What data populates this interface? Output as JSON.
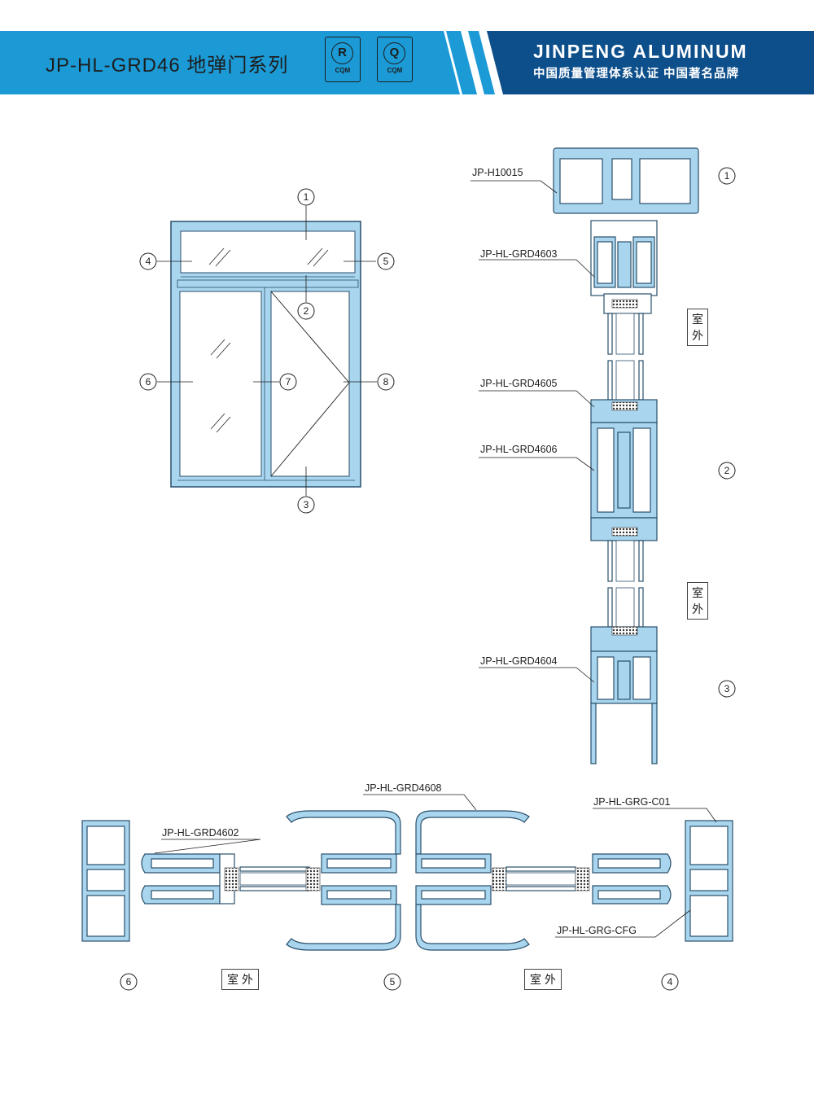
{
  "header": {
    "title": "JP-HL-GRD46 地弹门系列",
    "cert_badges": [
      {
        "letter": "R",
        "label": "CQM"
      },
      {
        "letter": "Q",
        "label": "CQM"
      }
    ],
    "brand": "JINPENG ALUMINUM",
    "brand_subtitle": "中国质量管理体系认证 中国著名品牌",
    "colors": {
      "left_band": "#1b9ad6",
      "right_band": "#0d4f8b",
      "profile_fill": "#a9d6ee",
      "profile_stroke": "#2a4f6b"
    }
  },
  "elevation": {
    "callouts": [
      "1",
      "2",
      "3",
      "4",
      "5",
      "6",
      "7",
      "8"
    ]
  },
  "vertical_section": {
    "profiles": [
      "JP-H10015",
      "JP-HL-GRD4603",
      "JP-HL-GRD4605",
      "JP-HL-GRD4606",
      "JP-HL-GRD4604"
    ],
    "callouts": [
      "1",
      "2",
      "3"
    ],
    "outdoor_label": "室外"
  },
  "horizontal_section": {
    "profiles": [
      "JP-HL-GRD4608",
      "JP-HL-GRG-C01",
      "JP-HL-GRD4602",
      "JP-HL-GRG-CFG"
    ],
    "callouts": [
      "6",
      "5",
      "4"
    ],
    "outdoor_label": "室 外"
  }
}
